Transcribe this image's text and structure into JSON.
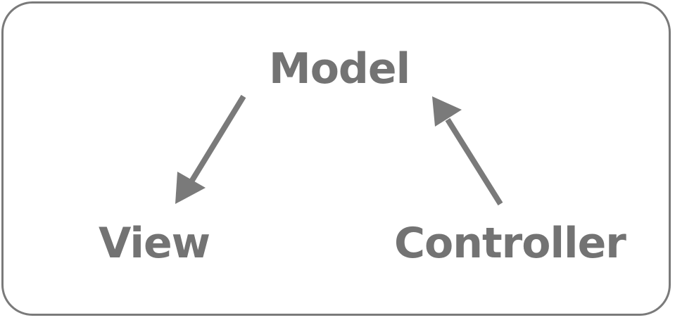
{
  "diagram": {
    "nodes": {
      "model": "Model",
      "view": "View",
      "controller": "Controller"
    },
    "edges": [
      {
        "from": "model",
        "to": "view",
        "directed": true
      },
      {
        "from": "controller",
        "to": "model",
        "directed": true
      }
    ],
    "colors": {
      "stroke": "#7a7a7a",
      "text": "#737373",
      "background": "#ffffff"
    }
  }
}
